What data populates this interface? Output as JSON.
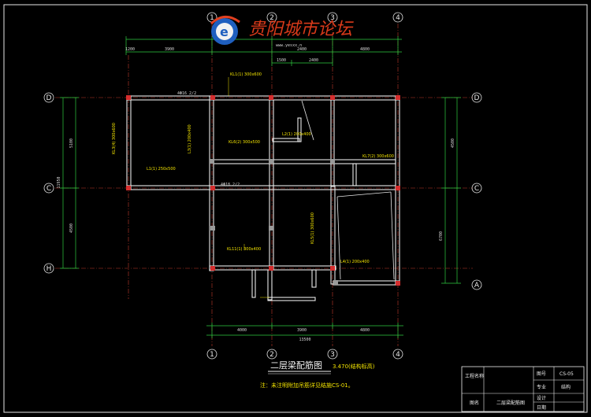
{
  "watermark": {
    "site": "www.yesxx.n"
  },
  "axes": {
    "top": [
      "1",
      "2",
      "3",
      "4"
    ],
    "bottom": [
      "1",
      "2",
      "3",
      "4"
    ],
    "left": [
      "D",
      "C",
      "H"
    ],
    "right": [
      "D",
      "C",
      "A"
    ]
  },
  "dims": {
    "top_total": "1200",
    "top_left": "3900",
    "top_mid": "2400",
    "top_right": "4800",
    "top_sub1": "1500",
    "top_sub2": "2400",
    "left_outer": "11950",
    "left_seg1": "5100",
    "left_seg2": "4500",
    "right_seg1": "4500",
    "right_seg2": "6700",
    "bottom_1": "4000",
    "bottom_2": "3900",
    "bottom_3": "4800",
    "bottom_total": "13500"
  },
  "beams": {
    "b1": "KL1(1) 300x600",
    "b2": "KL3(4) 300x600",
    "b3": "L1(1) 250x500",
    "b4": "L3(1) 200x400",
    "b5": "KL6(2) 300x500",
    "b6": "L2(1) 200x400",
    "b7": "KL7(2) 300x600",
    "b8": "KL11(1) 300x400",
    "b9": "KL5(1) 300x600",
    "b10": "L4(1) 200x400",
    "b11": "4Φ16 2/2",
    "b12": "4Φ18 2/2"
  },
  "drawing": {
    "title": "二层梁配筋图",
    "elevation": "3.470(结构标高)",
    "note": "注：未注明附加吊筋详见结施CS-01。"
  },
  "title_block": {
    "project_label": "工程名称",
    "project_value": "",
    "drawing_label": "图名",
    "drawing_value": "二层梁配筋图",
    "no_label": "图号",
    "no_value": "CS-05",
    "major_label": "专业",
    "major_value": "结构",
    "design_label": "设计",
    "date_label": "日期"
  }
}
